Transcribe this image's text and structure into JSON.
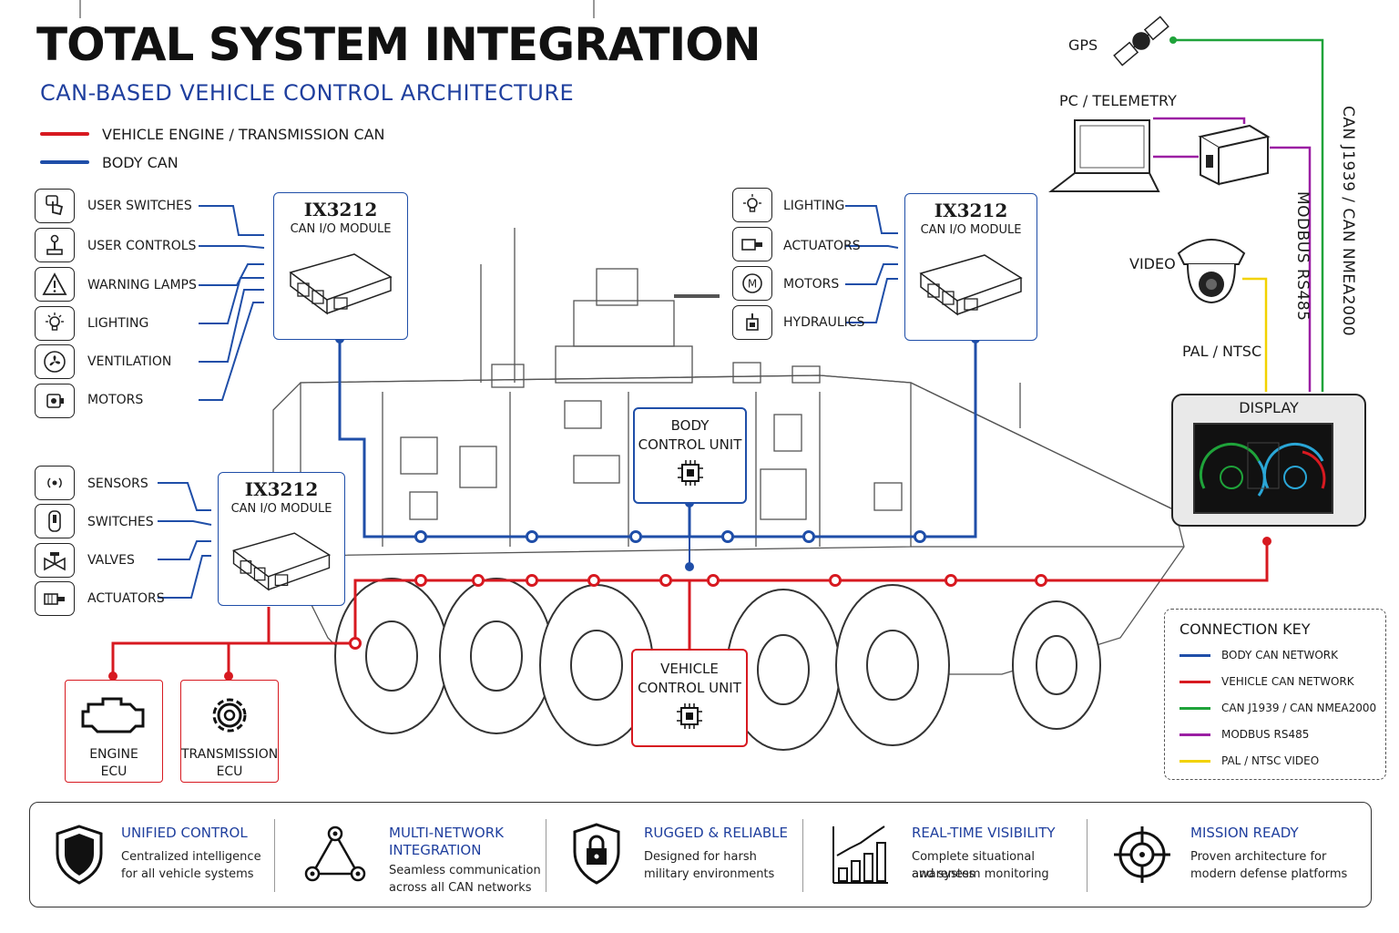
{
  "header": {
    "title": "TOTAL SYSTEM INTEGRATION",
    "subtitle": "CAN-BASED VEHICLE CONTROL ARCHITECTURE"
  },
  "legend": [
    {
      "label": "VEHICLE ENGINE / TRANSMISSION CAN",
      "color": "#d71920"
    },
    {
      "label": "BODY CAN",
      "color": "#1f4ea8"
    }
  ],
  "colors": {
    "red": "#d71920",
    "blue": "#1f4ea8",
    "green": "#1fa33a",
    "purple": "#9b1fa3",
    "yellow": "#f2d200"
  },
  "left_io_top": {
    "items": [
      {
        "label": "USER SWITCHES",
        "icon": "hand-press-icon"
      },
      {
        "label": "USER CONTROLS",
        "icon": "joystick-icon"
      },
      {
        "label": "WARNING LAMPS",
        "icon": "warning-icon"
      },
      {
        "label": "LIGHTING",
        "icon": "bulb-icon"
      },
      {
        "label": "VENTILATION",
        "icon": "fan-icon"
      },
      {
        "label": "MOTORS",
        "icon": "motor-icon"
      }
    ],
    "module": {
      "title": "IX3212",
      "subtitle": "CAN I/O MODULE"
    }
  },
  "left_io_bottom": {
    "items": [
      {
        "label": "SENSORS",
        "icon": "sensor-icon"
      },
      {
        "label": "SWITCHES",
        "icon": "switch-icon"
      },
      {
        "label": "VALVES",
        "icon": "valve-icon"
      },
      {
        "label": "ACTUATORS",
        "icon": "actuator-icon"
      }
    ],
    "module": {
      "title": "IX3212",
      "subtitle": "CAN I/O MODULE"
    }
  },
  "right_io": {
    "items": [
      {
        "label": "LIGHTING",
        "icon": "bulb-icon"
      },
      {
        "label": "ACTUATORS",
        "icon": "actuator-icon"
      },
      {
        "label": "MOTORS",
        "icon": "motor-m-icon"
      },
      {
        "label": "HYDRAULICS",
        "icon": "hydraulic-icon"
      }
    ],
    "module": {
      "title": "IX3212",
      "subtitle": "CAN I/O MODULE"
    }
  },
  "body_control_unit": {
    "line1": "BODY",
    "line2": "CONTROL UNIT"
  },
  "vehicle_control_unit": {
    "line1": "VEHICLE",
    "line2": "CONTROL UNIT"
  },
  "engine_ecu": {
    "line1": "ENGINE",
    "line2": "ECU"
  },
  "transmission_ecu": {
    "line1": "TRANSMISSION",
    "line2": "ECU"
  },
  "peripherals": {
    "gps": "GPS",
    "pc": "PC / TELEMETRY",
    "video": "VIDEO",
    "pal": "PAL / NTSC",
    "display": "DISPLAY",
    "vertical_modbus": "MODBUS RS485",
    "vertical_can": "CAN J1939 / CAN NMEA2000"
  },
  "connection_key": {
    "title": "CONNECTION KEY",
    "items": [
      {
        "label": "BODY CAN NETWORK",
        "color": "#1f4ea8"
      },
      {
        "label": "VEHICLE CAN NETWORK",
        "color": "#d71920"
      },
      {
        "label": "CAN J1939 / CAN NMEA2000",
        "color": "#1fa33a"
      },
      {
        "label": "MODBUS RS485",
        "color": "#9b1fa3"
      },
      {
        "label": "PAL / NTSC VIDEO",
        "color": "#f2d200"
      }
    ]
  },
  "features": [
    {
      "title1": "UNIFIED CONTROL",
      "title2": "",
      "desc1": "Centralized intelligence",
      "desc2": "for all vehicle systems",
      "icon": "shield-icon"
    },
    {
      "title1": "MULTI-NETWORK",
      "title2": "INTEGRATION",
      "desc1": "Seamless communication",
      "desc2": "across all CAN networks",
      "icon": "network-icon"
    },
    {
      "title1": "RUGGED & RELIABLE",
      "title2": "",
      "desc1": "Designed for harsh",
      "desc2": "military environments",
      "icon": "lock-shield-icon"
    },
    {
      "title1": "REAL-TIME VISIBILITY",
      "title2": "",
      "desc1": "Complete situational awareness",
      "desc2": "and system monitoring",
      "icon": "bar-chart-icon"
    },
    {
      "title1": "MISSION READY",
      "title2": "",
      "desc1": "Proven architecture for",
      "desc2": "modern defense platforms",
      "icon": "crosshair-icon"
    }
  ]
}
